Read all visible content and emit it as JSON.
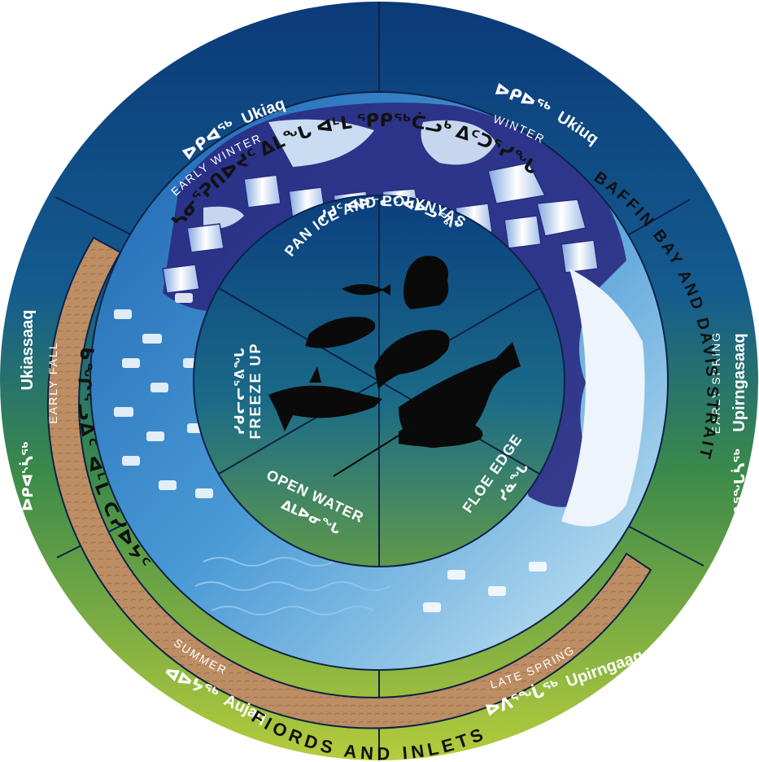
{
  "seasons": [
    {
      "id": "ukiaq",
      "syllabics": "ᐅᑭᐊᖅ",
      "name": "Ukiaq",
      "english": "EARLY WINTER"
    },
    {
      "id": "ukiuq",
      "syllabics": "ᐅᑭᐅᖅ",
      "name": "Ukiuq",
      "english": "WINTER"
    },
    {
      "id": "upirngasaaq",
      "syllabics": "ᐅᐱᕐᖓᓵᖅ",
      "name": "Upirngasaaq",
      "english": "EARLY SPRING"
    },
    {
      "id": "upirngaaq",
      "syllabics": "ᐅᐱᕐᖔᖅ",
      "name": "Upirngaaq",
      "english": "LATE SPRING"
    },
    {
      "id": "aujaq",
      "syllabics": "ᐊᐅᔭᖅ",
      "name": "Aujaq",
      "english": "SUMMER"
    },
    {
      "id": "ukiassaaq",
      "syllabics": "ᐅᑭᐊᔅᓵᖅ",
      "name": "Ukiassaaq",
      "english": "EARLY FALL"
    }
  ],
  "middle_ring": {
    "top_syllabics": "ᓴᓂᕐᕈᑎᐅᔪᑦ ᐃᒪᖓ ᐊᒻᒪ ᕿᑭᖅᑖᓗᒃ ᐃᑦᑐᕐᓯᖓ",
    "baffin": "BAFFIN BAY AND DAVIS STRAIT",
    "fiords": "FIORDS AND INLETS",
    "fiords_syllabics": "ᑲᖏᕐᓗᐃᑦ ᐊᒻᒪ ᑕᓯᐅᔭᑦ"
  },
  "inner_sectors": {
    "pan_ice_syllabics": "ᓯᑯᑦ ᐊᐅᓪᓚᑦ ᐊᐅᓗᕝᕕᒃ",
    "pan_ice": "PAN ICE AND POLYNYAS",
    "freeze_up_syllabics": "ᓯᑯᓕᓕᕐᕕᖓ",
    "freeze_up": "FREEZE UP",
    "open_water_syllabics": "ᐃᒪᐅᓂᖓ",
    "open_water": "OPEN WATER",
    "floe_edge": "FLOE EDGE",
    "floe_edge_syllabics": "ᓯᓈᖓ"
  },
  "colors": {
    "outer_blue": "#0f3d7a",
    "outer_green": "#3f8a3a",
    "outer_yellow": "#b7c93a",
    "ice_dark": "#28287a",
    "sand": "#b98a62",
    "inner_blue": "#0e4a84",
    "inner_green": "#3f8a4a"
  },
  "icons": [
    "fish-icon",
    "walrus-icon",
    "seal-icon",
    "bearded-seal-icon",
    "bowhead-whale-icon",
    "killer-whale-icon",
    "narwhal-icon"
  ]
}
